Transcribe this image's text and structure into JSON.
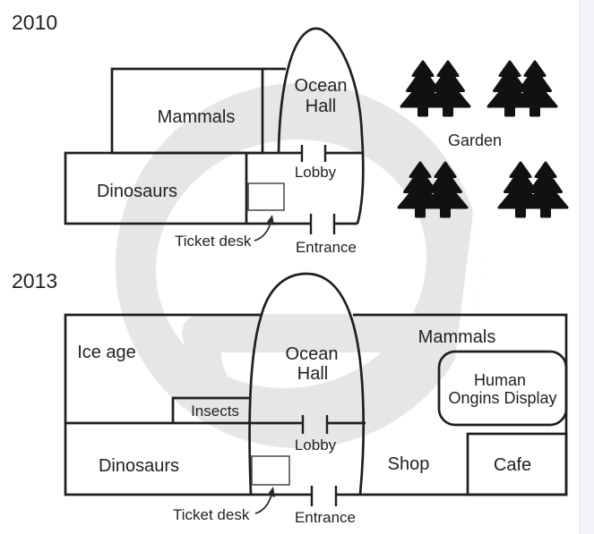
{
  "diagram": {
    "title_hint": "Museum floor plans, 2010 and 2013",
    "plan2010": {
      "year": "2010",
      "rooms": {
        "mammals": "Mammals",
        "dinosaurs": "Dinosaurs",
        "ocean_hall_1": "Ocean",
        "ocean_hall_2": "Hall",
        "lobby": "Lobby"
      },
      "labels": {
        "ticket_desk": "Ticket desk",
        "entrance": "Entrance",
        "garden": "Garden"
      },
      "garden_tree_clusters": 4,
      "trees_per_cluster": 2
    },
    "plan2013": {
      "year": "2013",
      "rooms": {
        "ice_age": "Ice age",
        "insects": "Insects",
        "dinosaurs": "Dinosaurs",
        "ocean_hall_1": "Ocean",
        "ocean_hall_2": "Hall",
        "lobby": "Lobby",
        "mammals": "Mammals",
        "human_origins_1": "Human",
        "human_origins_2": "Ongins Display",
        "shop": "Shop",
        "cafe": "Cafe"
      },
      "labels": {
        "ticket_desk": "Ticket desk",
        "entrance": "Entrance"
      }
    },
    "colors": {
      "line": "#1f1f1f",
      "text": "#231f20",
      "tree": "#111111",
      "watermark_gray": "#e6e6e6",
      "page_edge": "#f4f5f8"
    }
  }
}
